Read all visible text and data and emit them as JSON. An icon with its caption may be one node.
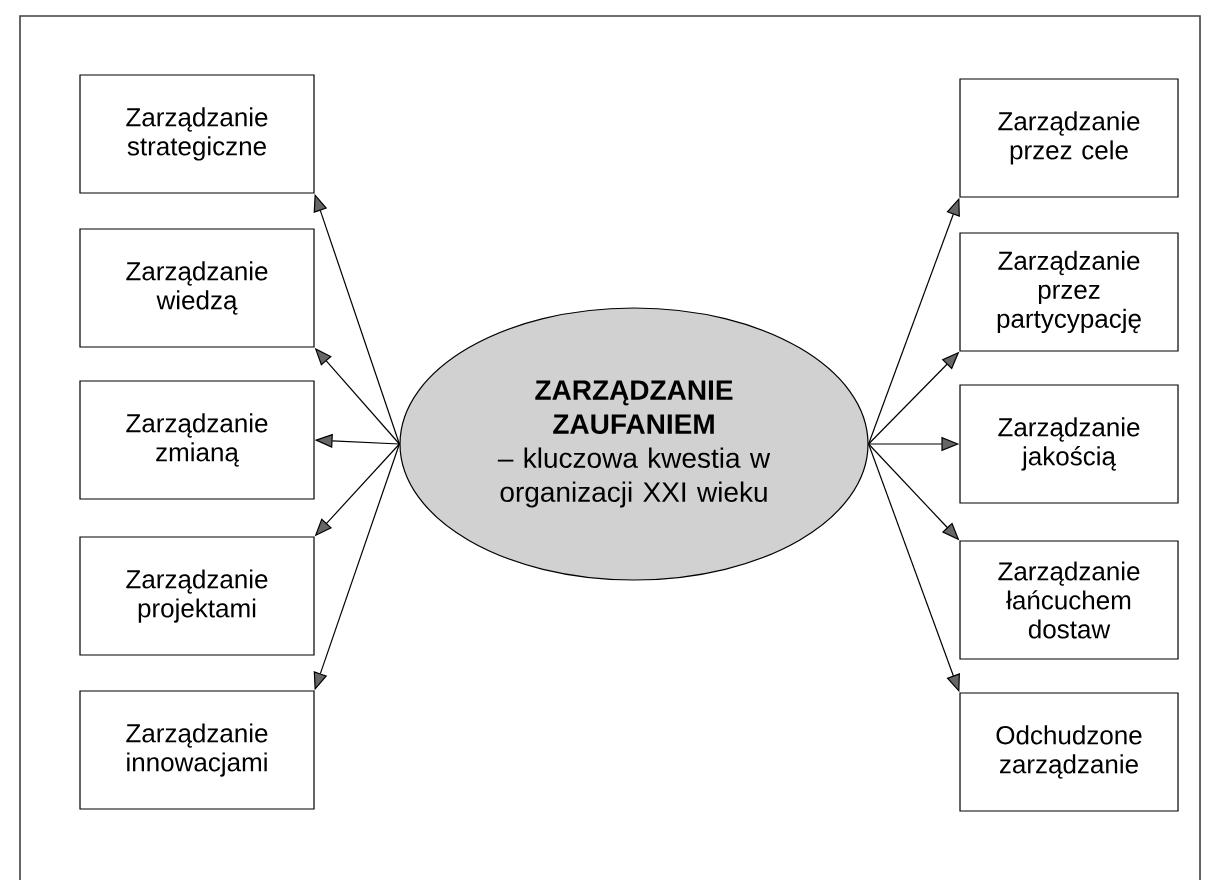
{
  "diagram": {
    "nodes": [
      {
        "text": [
          "ZARZĄDZANIE ZAUFANIEM",
          "– kluczowa kwestia w organizacji XXI wieku"
        ]
      },
      {
        "text": [
          "Zarządzanie strategiczne"
        ]
      },
      {
        "text": [
          "Zarządzanie wiedzą"
        ]
      },
      {
        "text": [
          "Zarządzanie zmianą"
        ]
      },
      {
        "text": [
          "Zarządzanie projektami"
        ]
      },
      {
        "text": [
          "Zarządzanie innowacjami"
        ]
      },
      {
        "text": [
          "Zarządzanie przez cele"
        ]
      },
      {
        "text": [
          "Zarządzanie przez partycypację"
        ]
      },
      {
        "text": [
          "Zarządzanie jakością"
        ]
      },
      {
        "text": [
          "Zarządzanie łańcuchem dostaw"
        ]
      },
      {
        "text": [
          "Odchudzone zarządzanie"
        ]
      }
    ],
    "edges": [
      {
        "from": 0,
        "to": 1,
        "arrow": "to"
      },
      {
        "from": 0,
        "to": 2,
        "arrow": "to"
      },
      {
        "from": 0,
        "to": 3,
        "arrow": "to"
      },
      {
        "from": 0,
        "to": 4,
        "arrow": "to"
      },
      {
        "from": 0,
        "to": 5,
        "arrow": "to"
      },
      {
        "from": 0,
        "to": 6,
        "arrow": "to"
      },
      {
        "from": 0,
        "to": 7,
        "arrow": "to"
      },
      {
        "from": 0,
        "to": 8,
        "arrow": "to"
      },
      {
        "from": 0,
        "to": 9,
        "arrow": "to"
      },
      {
        "from": 0,
        "to": 10,
        "arrow": "to"
      }
    ]
  }
}
